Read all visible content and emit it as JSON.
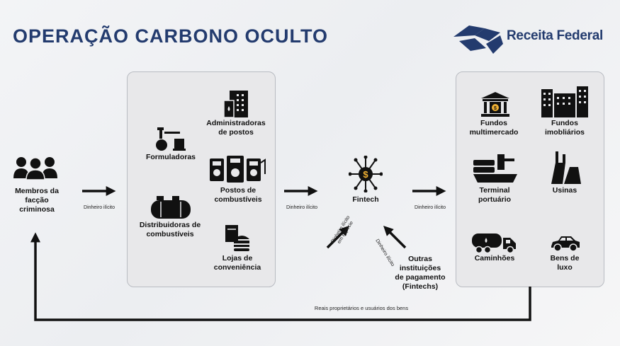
{
  "header": {
    "title": "OPERAÇÃO CARBONO OCULTO",
    "brand": "Receita Federal"
  },
  "nodes": {
    "membros": "Membros da\nfacção criminosa",
    "formuladoras": "Formuladoras",
    "administradoras": "Administradoras\nde postos",
    "postos": "Postos de\ncombustíveis",
    "distribuidoras": "Distribuidoras de\ncombustíveis",
    "lojas": "Lojas de\nconveniência",
    "fintech": "Fintech",
    "outras": "Outras\ninstituições\nde pagamento\n(Fintechs)",
    "fundos_multimercado": "Fundos\nmultimercado",
    "fundos_imobiliarios": "Fundos\nimobliários",
    "terminal": "Terminal\nportuário",
    "usinas": "Usinas",
    "caminhoes": "Caminhões",
    "bens_luxo": "Bens de\nluxo"
  },
  "edges": {
    "dinheiro_ilicito_1": "Dinheiro ilícito",
    "dinheiro_ilicito_2": "Dinheiro ilícito",
    "dinheiro_ilicito_3": "Dinheiro ilícito",
    "dinheiro_especie": "Dinheiro ilícito\nem espécie",
    "dinheiro_ilicito_diag": "Dinheiro ilícito",
    "retorno": "Reais proprietários e usuários dos bens"
  },
  "colors": {
    "brand_blue": "#233b6e",
    "panel_bg": "#e8e8ea",
    "ink": "#111111"
  }
}
